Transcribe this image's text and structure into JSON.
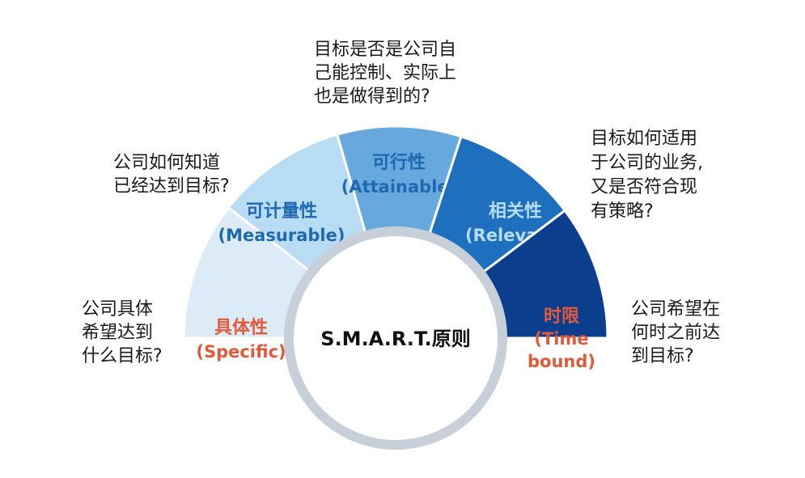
{
  "center": {
    "label": "S.M.A.R.T.原则"
  },
  "segments": [
    {
      "id": "specific",
      "title": "具体性",
      "subtitle_lines": [
        "(Specific)"
      ],
      "fill": "#dcebf8",
      "text_color": "#e05a3a",
      "question_lines": [
        "公司具体",
        "希望达到",
        "什么目标?"
      ]
    },
    {
      "id": "measurable",
      "title": "可计量性",
      "subtitle_lines": [
        "(Measurable)"
      ],
      "fill": "#b9dcf5",
      "text_color": "#1f69b3",
      "question_lines": [
        "公司如何知道",
        "已经达到目标?"
      ]
    },
    {
      "id": "attainable",
      "title": "可行性",
      "subtitle_lines": [
        "(Attainable)"
      ],
      "fill": "#67a9dd",
      "text_color": "#1f69b3",
      "question_lines": [
        "目标是否是公司自",
        "己能控制、实际上",
        "也是做得到的?"
      ]
    },
    {
      "id": "relevant",
      "title": "相关性",
      "subtitle_lines": [
        "(Relevant)"
      ],
      "fill": "#1f6fbf",
      "text_color": "#b9dcf5",
      "question_lines": [
        "目标如何适用",
        "于公司的业务,",
        "又是否符合现",
        "有策略?"
      ]
    },
    {
      "id": "time-bound",
      "title": "时限",
      "subtitle_lines": [
        "(Time",
        "bound)"
      ],
      "fill": "#0b3f8e",
      "text_color": "#e05a3a",
      "question_lines": [
        "公司希望在",
        "何时之前达",
        "到目标?"
      ]
    }
  ]
}
